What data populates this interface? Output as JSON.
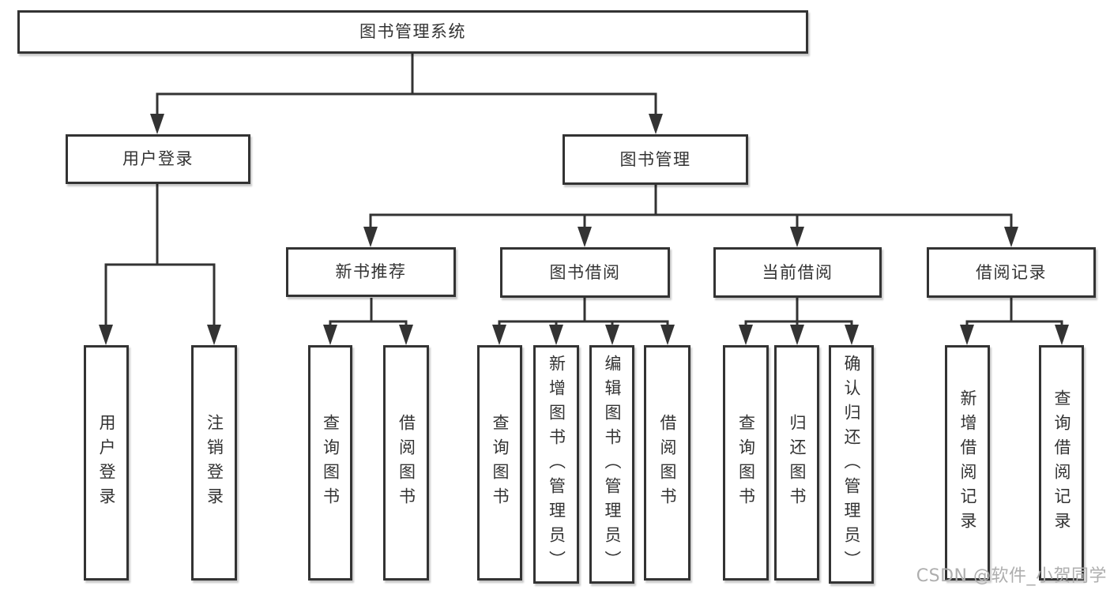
{
  "tree": {
    "root": {
      "label": "图书管理系统"
    },
    "branches": [
      {
        "label": "用户登录",
        "children": [
          {
            "label": "用户登录"
          },
          {
            "label": "注销登录"
          }
        ]
      },
      {
        "label": "图书管理",
        "children": [
          {
            "label": "新书推荐",
            "children": [
              {
                "label": "查询图书"
              },
              {
                "label": "借阅图书"
              }
            ]
          },
          {
            "label": "图书借阅",
            "children": [
              {
                "label": "查询图书"
              },
              {
                "label": "新增图书（管理员）"
              },
              {
                "label": "编辑图书（管理员）"
              },
              {
                "label": "借阅图书"
              }
            ]
          },
          {
            "label": "当前借阅",
            "children": [
              {
                "label": "查询图书"
              },
              {
                "label": "归还图书"
              },
              {
                "label": "确认归还（管理员）"
              }
            ]
          },
          {
            "label": "借阅记录",
            "children": [
              {
                "label": "新增借阅记录"
              },
              {
                "label": "查询借阅记录"
              }
            ]
          }
        ]
      }
    ]
  },
  "watermark": "CSDN @软件_小贺同学",
  "colors": {
    "line": "#333333",
    "box_border": "#333333",
    "box_fill": "#ffffff",
    "text": "#333333",
    "watermark": "#aeaeae",
    "background": "#ffffff"
  }
}
